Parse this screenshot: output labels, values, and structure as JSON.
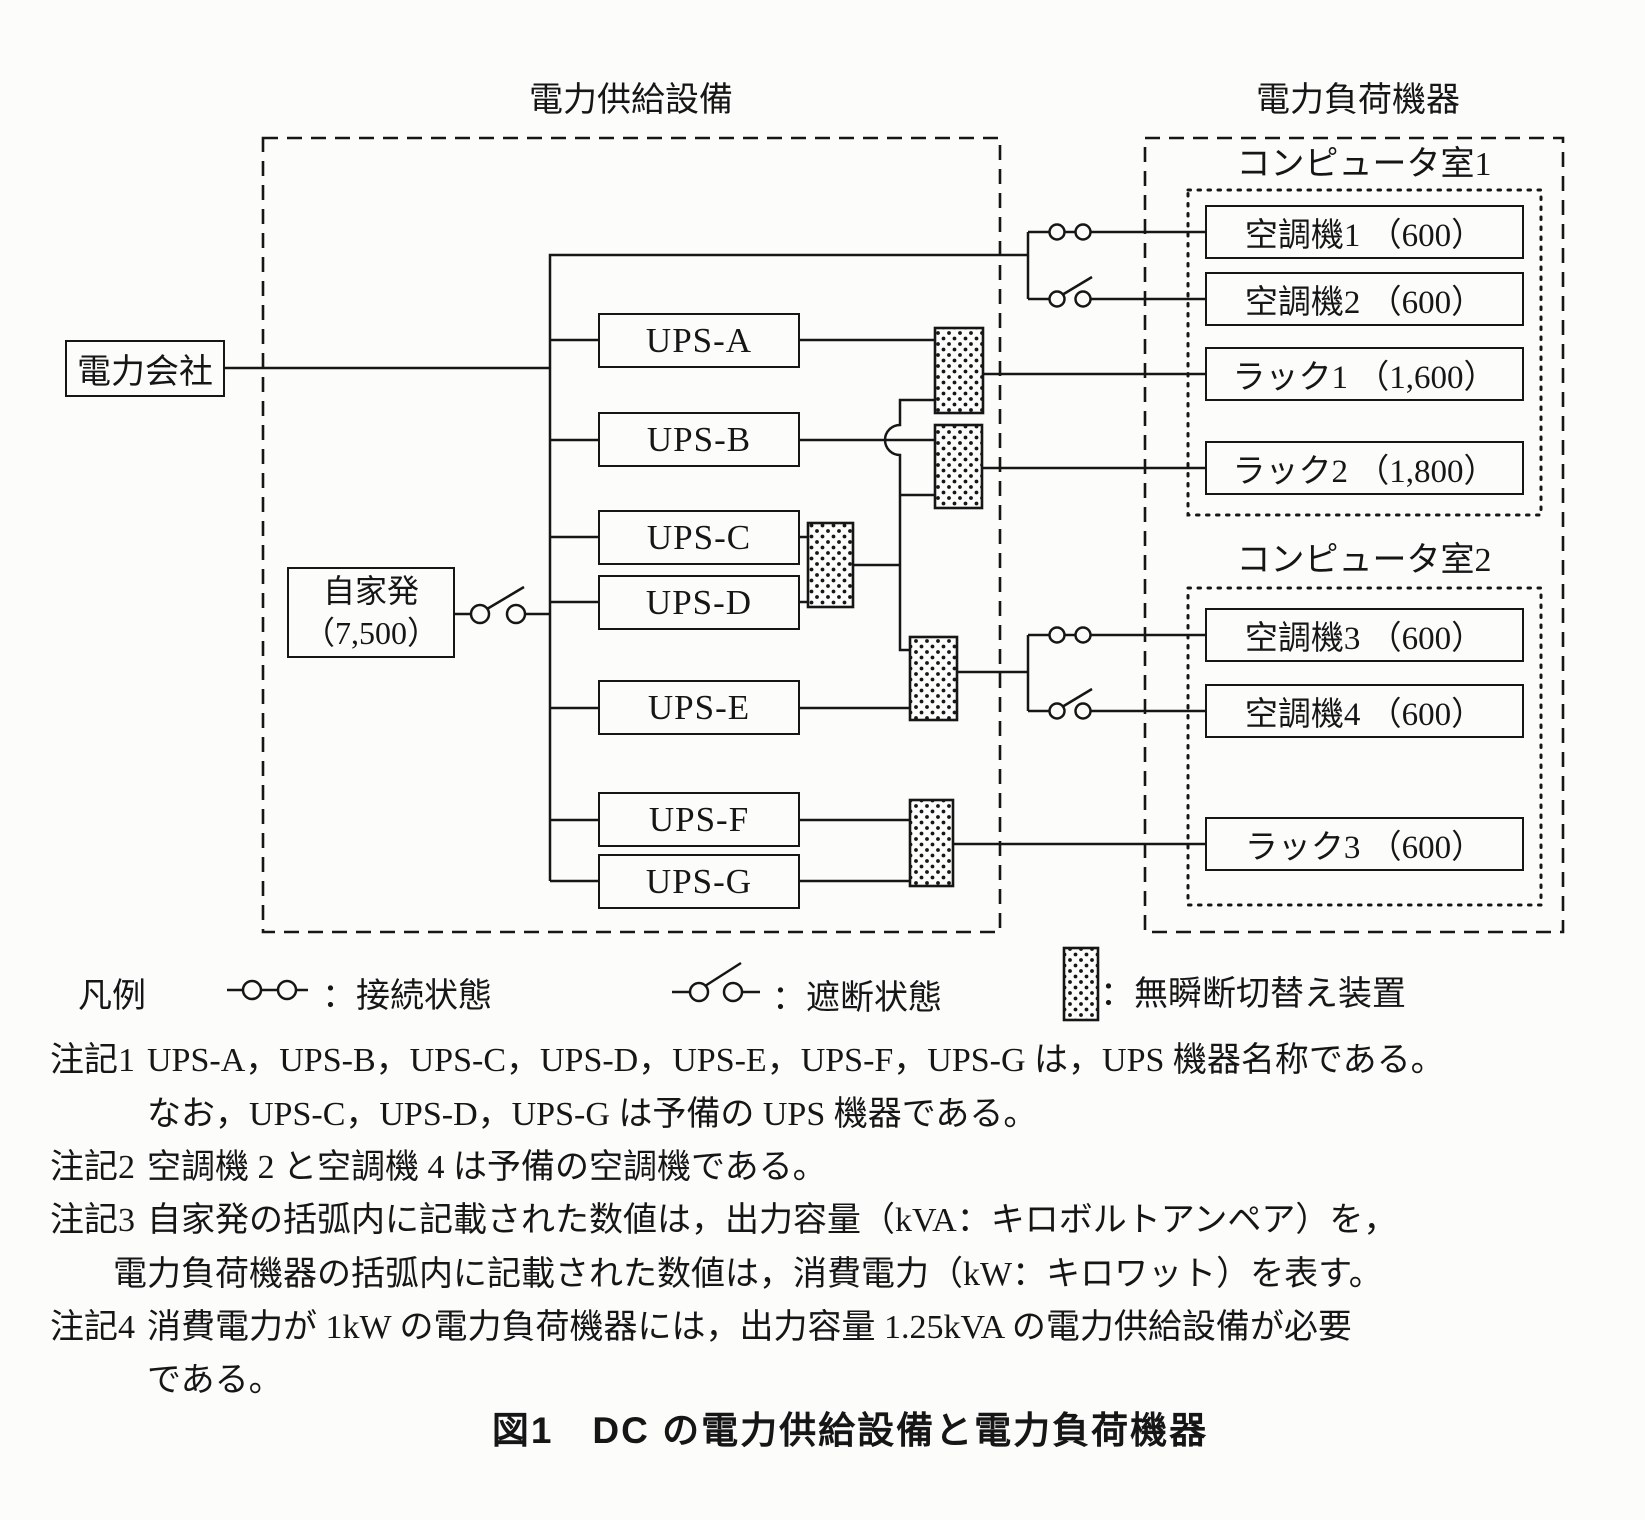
{
  "figure": {
    "supply": {
      "title": "電力供給設備",
      "power_company": "電力会社",
      "generator_line1": "自家発",
      "generator_line2": "（7,500）",
      "ups": [
        {
          "label": "UPS-A"
        },
        {
          "label": "UPS-B"
        },
        {
          "label": "UPS-C"
        },
        {
          "label": "UPS-D"
        },
        {
          "label": "UPS-E"
        },
        {
          "label": "UPS-F"
        },
        {
          "label": "UPS-G"
        }
      ]
    },
    "load": {
      "title": "電力負荷機器",
      "room1": {
        "title": "コンピュータ室1",
        "devices": [
          {
            "label": "空調機1 （600）"
          },
          {
            "label": "空調機2 （600）"
          },
          {
            "label": "ラック1 （1,600）"
          },
          {
            "label": "ラック2 （1,800）"
          }
        ]
      },
      "room2": {
        "title": "コンピュータ室2",
        "devices": [
          {
            "label": "空調機3 （600）"
          },
          {
            "label": "空調機4 （600）"
          },
          {
            "label": "ラック3 （600）"
          }
        ]
      }
    },
    "legend": {
      "heading": "凡例",
      "connected": "：接続状態",
      "disconnected": "：遮断状態",
      "sts": "：無瞬断切替え装置"
    },
    "notes": [
      {
        "tag": "注記1",
        "line1": "UPS-A，UPS-B，UPS-C，UPS-D，UPS-E，UPS-F，UPS-G は，UPS 機器名称である。",
        "line2": "なお，UPS-C，UPS-D，UPS-G は予備の UPS 機器である。"
      },
      {
        "tag": "注記2",
        "line1": "空調機 2 と空調機 4 は予備の空調機である。"
      },
      {
        "tag": "注記3",
        "line1": "自家発の括弧内に記載された数値は，出力容量（kVA：キロボルトアンペア）を，",
        "line2": "電力負荷機器の括弧内に記載された数値は，消費電力（kW：キロワット）を表す。"
      },
      {
        "tag": "注記4",
        "line1": "消費電力が 1kW の電力負荷機器には，出力容量 1.25kVA の電力供給設備が必要",
        "line2": "である。"
      }
    ],
    "caption": "図1　DC の電力供給設備と電力負荷機器"
  }
}
